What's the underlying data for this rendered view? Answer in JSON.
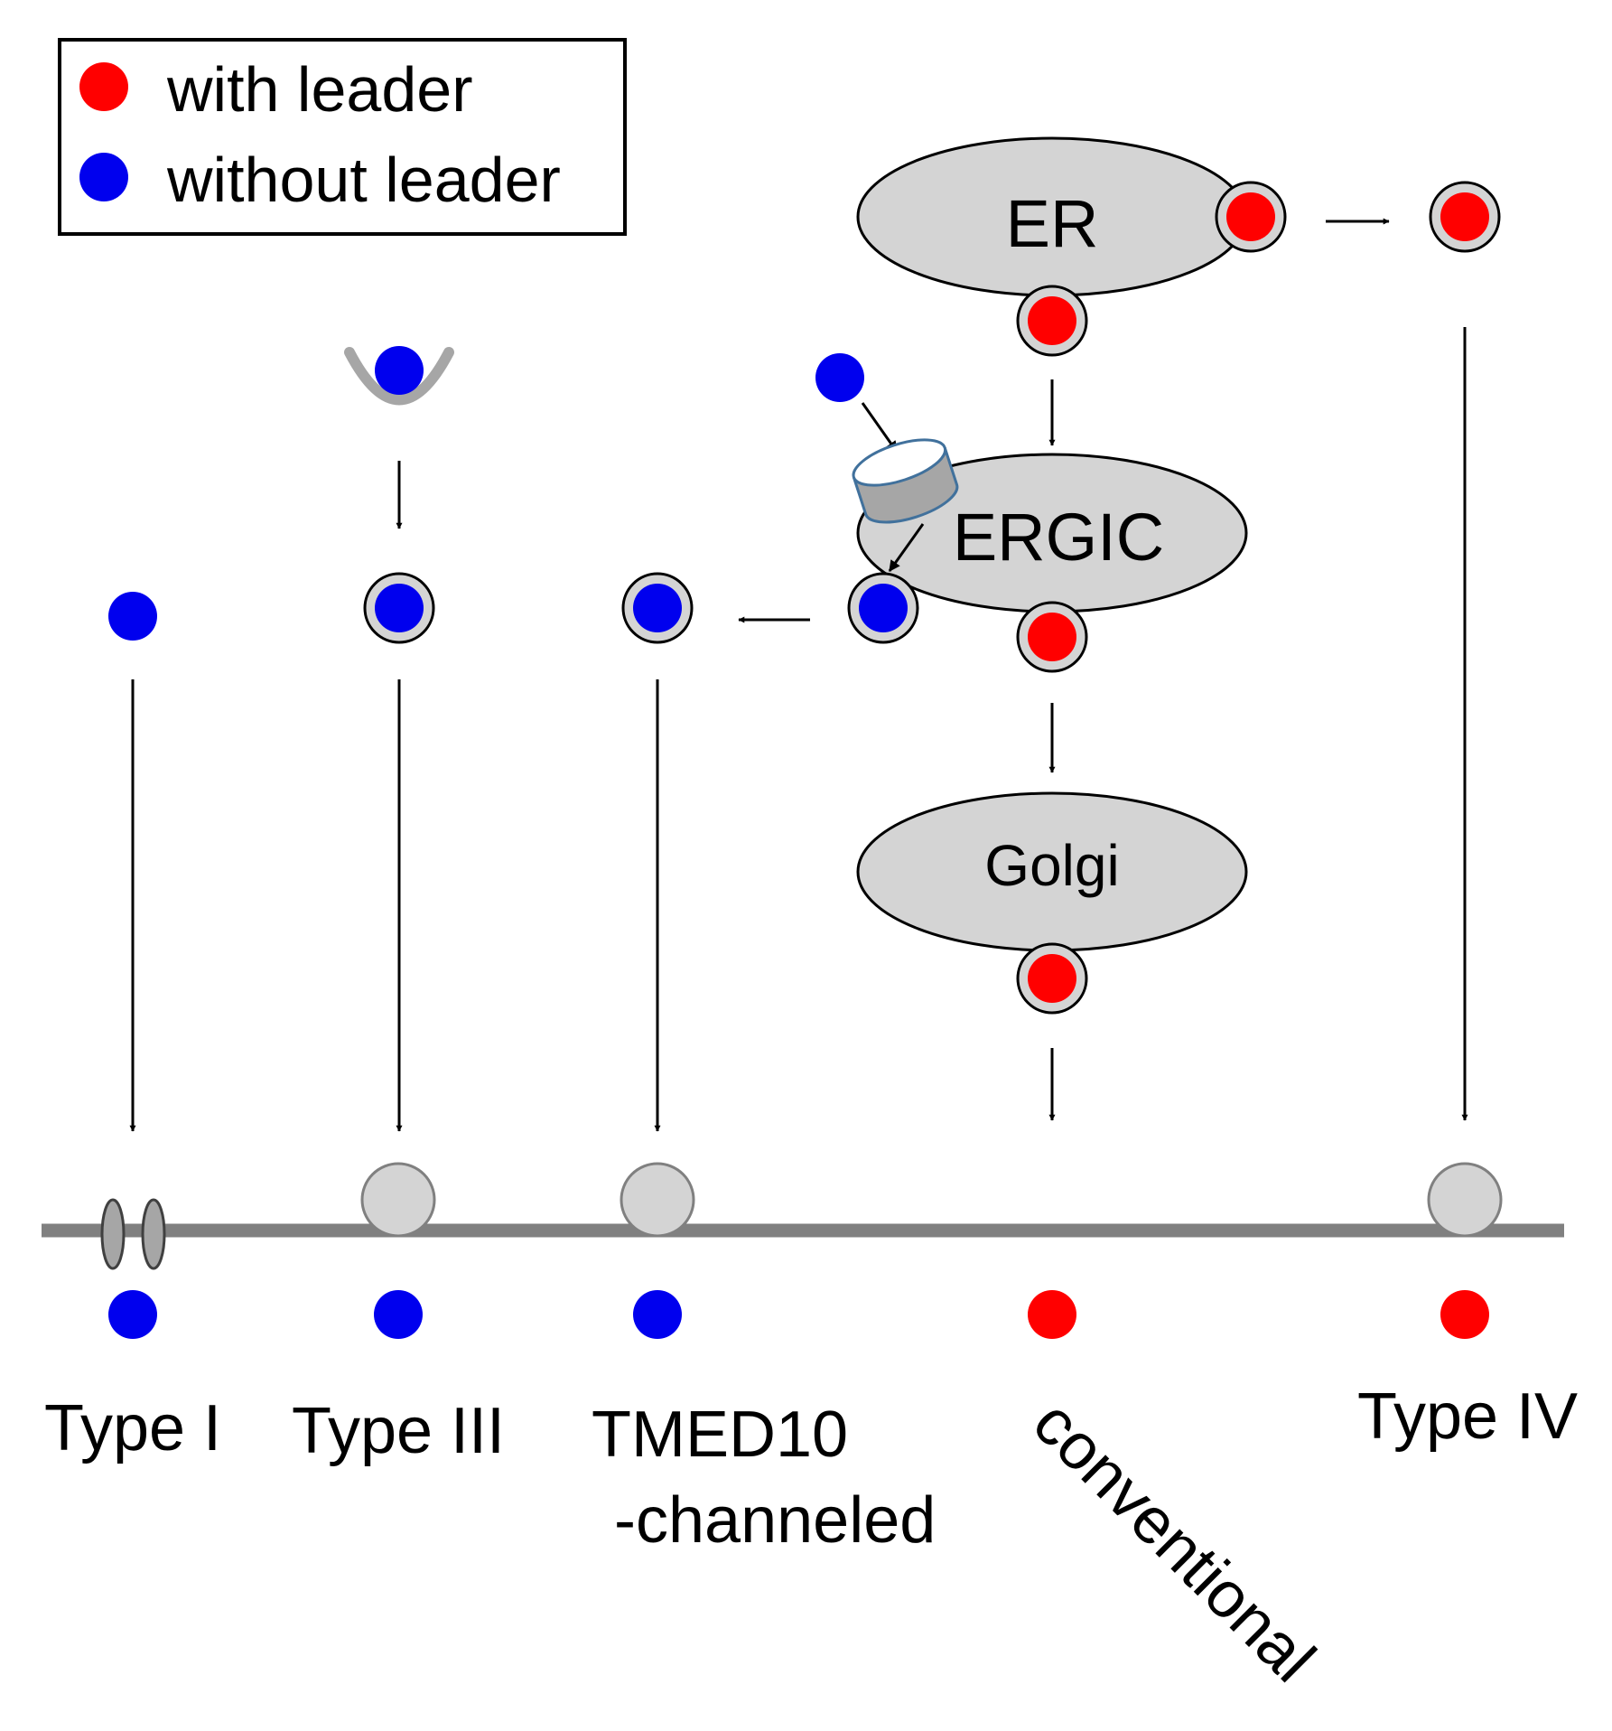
{
  "legend": {
    "with_leader": "with leader",
    "without_leader": "without leader"
  },
  "organelles": {
    "er": "ER",
    "ergic": "ERGIC",
    "golgi": "Golgi"
  },
  "pathways": {
    "type_i": "Type I",
    "type_iii": "Type III",
    "tmed10_line1": "TMED10",
    "tmed10_line2": "-channeled",
    "conventional": "conventional",
    "type_iv": "Type IV"
  },
  "colors": {
    "with_leader": "#ff0000",
    "without_leader": "#0000ee",
    "organelle_fill": "#d4d4d4",
    "membrane": "#808080",
    "channel_outline": "#41719c"
  }
}
